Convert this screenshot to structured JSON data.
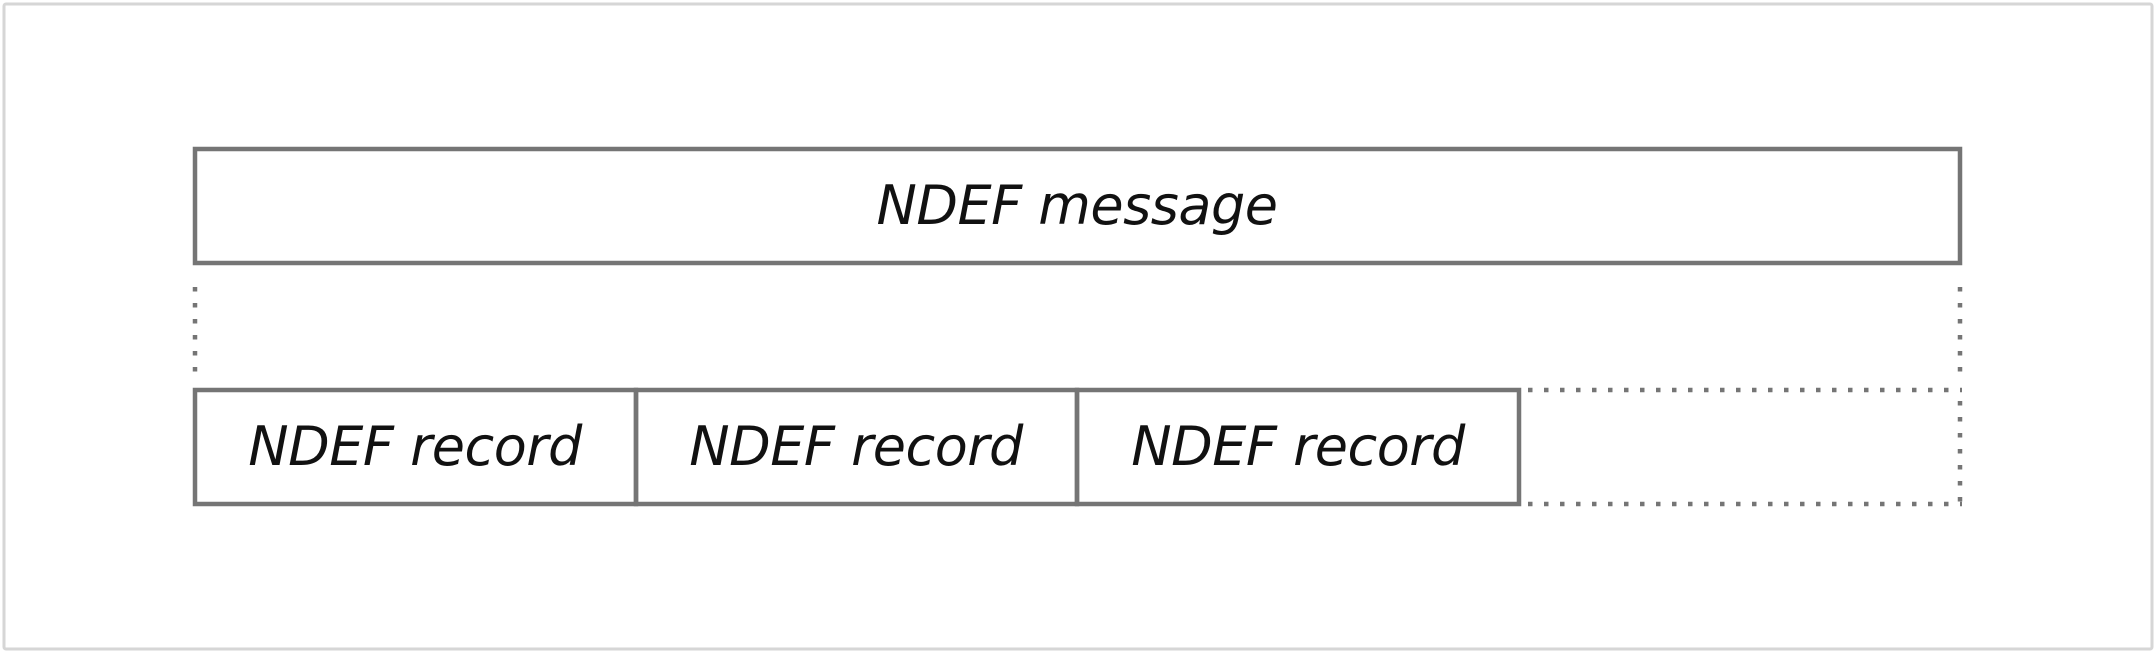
{
  "diagram": {
    "message": {
      "label": "NDEF message"
    },
    "records": [
      {
        "label": "NDEF record"
      },
      {
        "label": "NDEF record"
      },
      {
        "label": "NDEF record"
      }
    ],
    "colors": {
      "line": "#757575",
      "frame": "#d6d6d6",
      "text": "#111111",
      "background": "#ffffff"
    }
  }
}
